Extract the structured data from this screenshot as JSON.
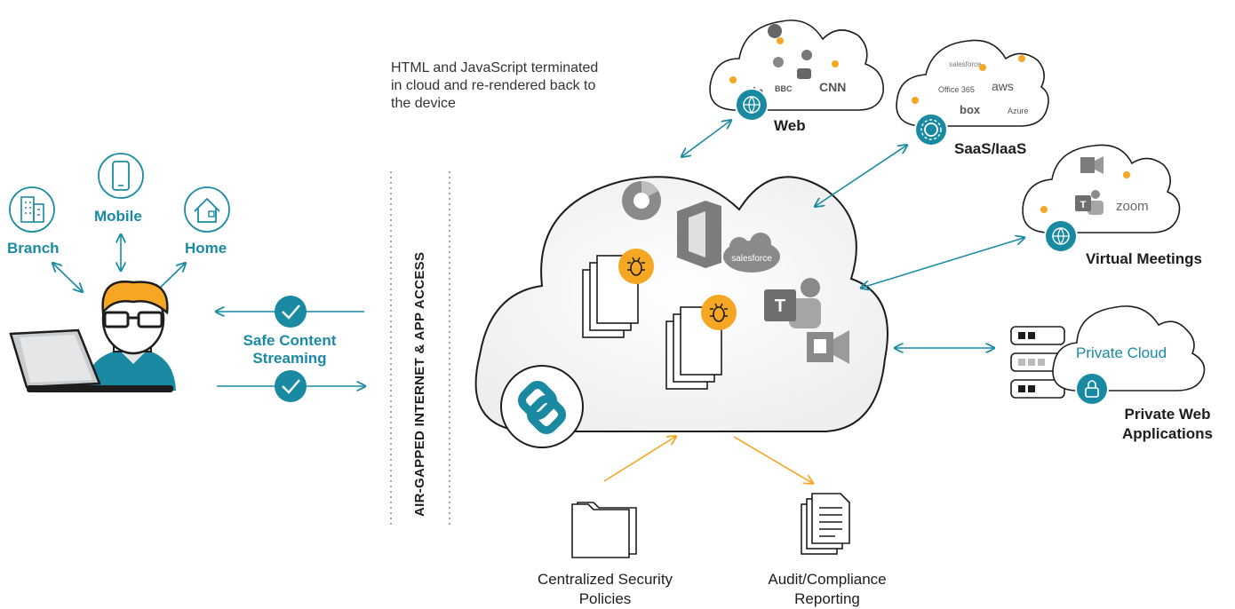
{
  "top_note": {
    "line1": "HTML and JavaScript terminated",
    "line2": "in cloud and re-rendered back to",
    "line3": "the device"
  },
  "vertical_label": "AIR-GAPPED INTERNET & APP ACCESS",
  "user_locations": {
    "branch": "Branch",
    "mobile": "Mobile",
    "home": "Home"
  },
  "streaming": {
    "line1": "Safe Content",
    "line2": "Streaming"
  },
  "destinations": {
    "web": "Web",
    "saas": "SaaS/IaaS",
    "meetings": "Virtual Meetings",
    "private_cloud": "Private Cloud",
    "private_apps_line1": "Private Web",
    "private_apps_line2": "Applications"
  },
  "bottom": {
    "policies_line1": "Centralized Security",
    "policies_line2": "Policies",
    "audit_line1": "Audit/Compliance",
    "audit_line2": "Reporting"
  },
  "cloud_logos": {
    "web": [
      "in",
      "CNN",
      "BBC"
    ],
    "saas": [
      "salesforce",
      "Office 365",
      "aws",
      "box",
      "Azure"
    ],
    "meetings": [
      "zoom",
      "T"
    ],
    "center": [
      "salesforce",
      "T"
    ]
  },
  "colors": {
    "teal": "#1a8aa3",
    "accent_orange": "#f5a623",
    "text_dark": "#1d1d1d",
    "gray_icon": "#8a8a8a"
  }
}
